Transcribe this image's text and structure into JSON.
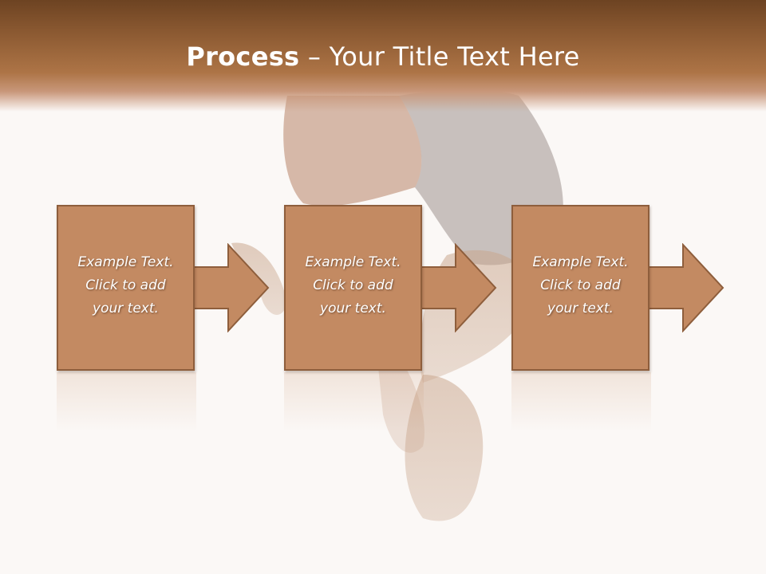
{
  "slide": {
    "title_bold": "Process",
    "title_dash": " – ",
    "title_rest": "Your Title Text Here"
  },
  "boxes": [
    {
      "text": "Example Text.\nClick  to add\nyour text."
    },
    {
      "text": "Example Text.\nClick  to add\nyour text."
    },
    {
      "text": "Example Text.\nClick  to add\nyour text."
    }
  ],
  "colors": {
    "header_dark": "#6d4322",
    "box_fill": "#c38a62",
    "box_border": "#8e5e3c",
    "text": "#ffffff"
  }
}
